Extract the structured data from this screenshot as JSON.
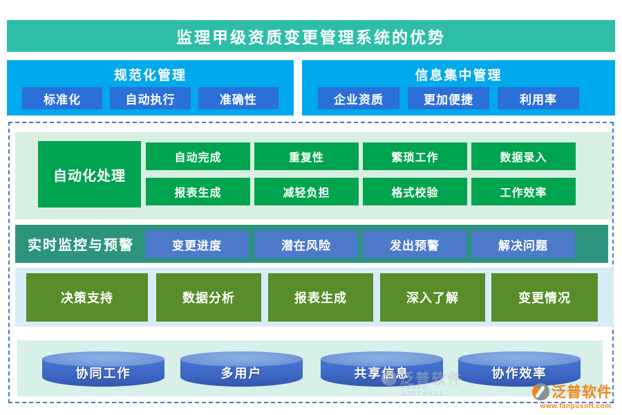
{
  "title": "监理甲级资质变更管理系统的优势",
  "panels": [
    {
      "title": "规范化管理",
      "items": [
        "标准化",
        "自动执行",
        "准确性"
      ]
    },
    {
      "title": "信息集中管理",
      "items": [
        "企业资质",
        "更加便捷",
        "利用率"
      ]
    }
  ],
  "automation": {
    "label": "自动化处理",
    "row1": [
      "自动完成",
      "重复性",
      "繁琐工作",
      "数据录入"
    ],
    "row2": [
      "报表生成",
      "减轻负担",
      "格式校验",
      "工作效率"
    ]
  },
  "monitoring": {
    "label": "实时监控与预警",
    "items": [
      "变更进度",
      "潜在风险",
      "发出预警",
      "解决问题"
    ]
  },
  "decision": {
    "label": "决策支持",
    "items": [
      "数据分析",
      "报表生成",
      "深入了解",
      "变更情况"
    ]
  },
  "collaboration": {
    "items": [
      "协同工作",
      "多用户",
      "共享信息",
      "协作效率"
    ]
  },
  "watermark": {
    "text": "泛普软件",
    "subtext": "FANPU SOFTWARE"
  },
  "logo": {
    "name": "泛普软件",
    "url": "www.fanpusoft.com"
  },
  "colors": {
    "banner_teal": "#2ebea7",
    "panel_blue": "#00a8ec",
    "panel_button_blue": "#2b6fd9",
    "green": "#00a44f",
    "green_bg": "#d8f0e2",
    "band_teal": "#2c947d",
    "band_button_blue": "#4d7ac9",
    "olive_green": "#588d29",
    "blue_bg": "#d6edf7",
    "mint_bg": "#d8f0ea",
    "cylinder_blue": "#3d68c6",
    "dashed_border_blue": "#4d72c6",
    "logo_orange": "#f08519"
  }
}
